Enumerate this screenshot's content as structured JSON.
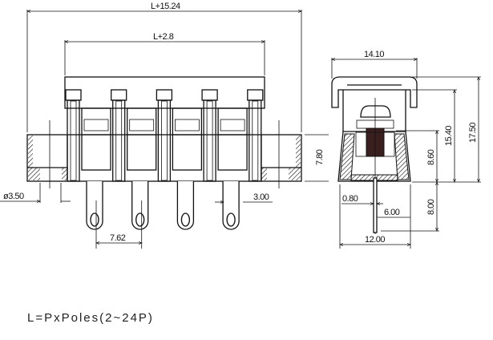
{
  "front_view": {
    "overall_length": "L+15.24",
    "cover_length": "L+2.8",
    "mount_hole": "ø3.50",
    "pin_width": "3.00",
    "pitch": "7.62",
    "base_height": "7.80",
    "poles_shown": 4
  },
  "side_view": {
    "cap_width": "14.10",
    "total_height": "17.50",
    "body_height": "15.40",
    "housing_height": "8.60",
    "pin_length": "8.00",
    "pin_thickness": "0.80",
    "pin_offset": "6.00",
    "base_width": "12.00"
  },
  "note": "L=PxPoles(2~24P)"
}
